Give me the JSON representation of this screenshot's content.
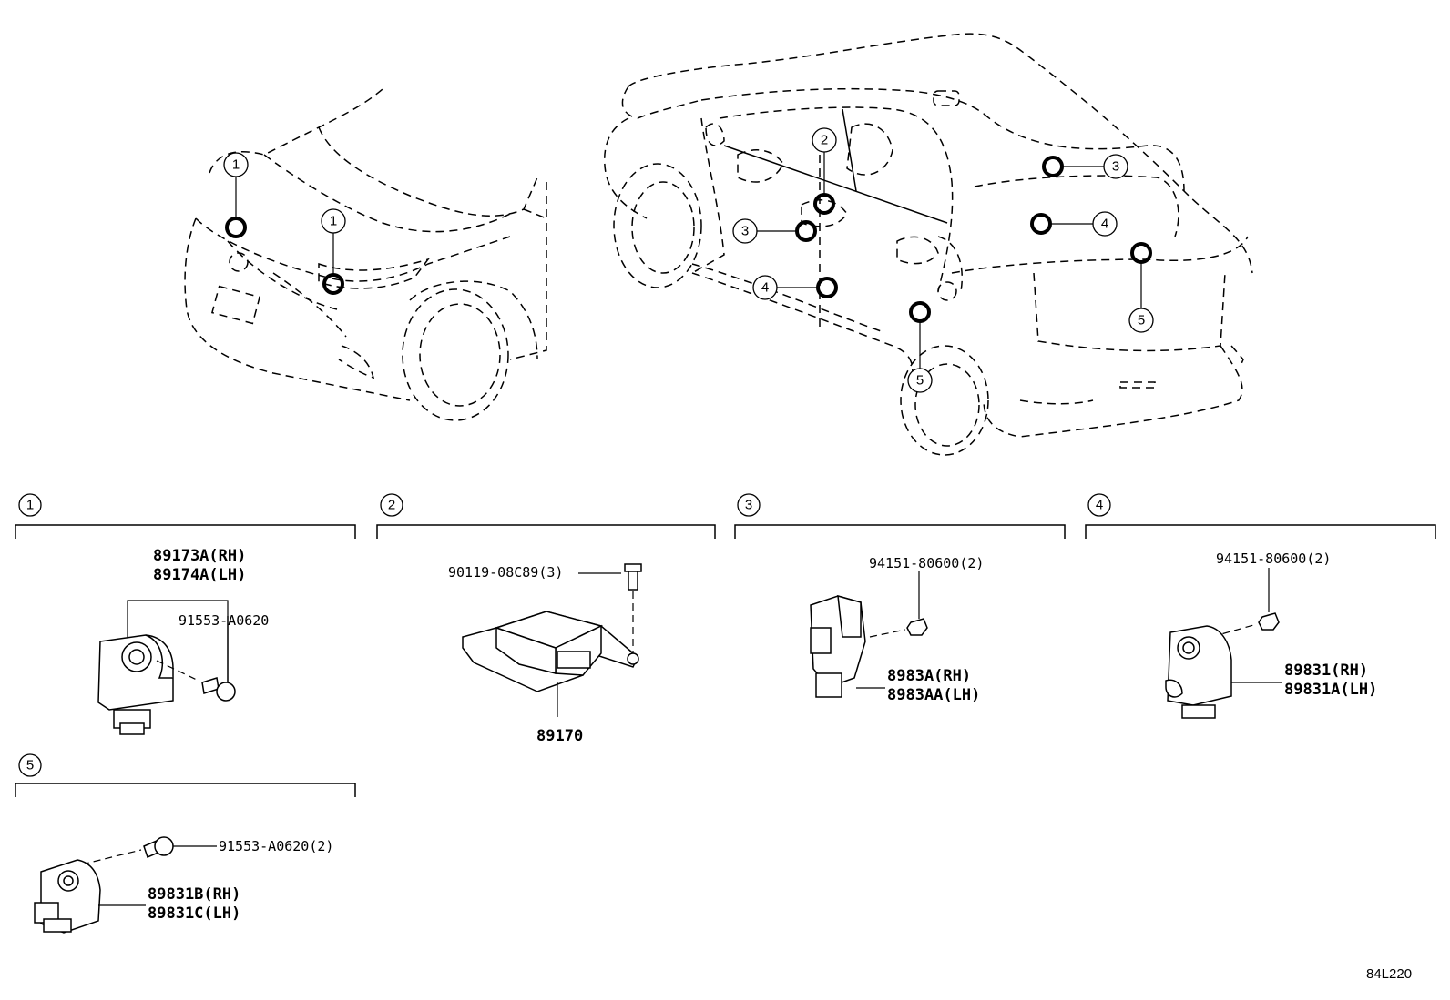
{
  "callouts": {
    "c1": "1",
    "c2": "2",
    "c3": "3",
    "c4": "4",
    "c5": "5"
  },
  "sections": [
    {
      "number": "1",
      "parts": {
        "sensor_rh": "89173A(RH)",
        "sensor_lh": "89174A(LH)",
        "bolt": "91553-A0620"
      }
    },
    {
      "number": "2",
      "parts": {
        "bolt": "90119-08C89(3)",
        "ecu": "89170"
      }
    },
    {
      "number": "3",
      "parts": {
        "nut": "94151-80600(2)",
        "sensor_rh": "8983A(RH)",
        "sensor_lh": "8983AA(LH)"
      }
    },
    {
      "number": "4",
      "parts": {
        "nut": "94151-80600(2)",
        "sensor_rh": "89831(RH)",
        "sensor_lh": "89831A(LH)"
      }
    },
    {
      "number": "5",
      "parts": {
        "bolt": "91553-A0620(2)",
        "sensor_rh": "89831B(RH)",
        "sensor_lh": "89831C(LH)"
      }
    }
  ],
  "illustration_code": "84L220"
}
